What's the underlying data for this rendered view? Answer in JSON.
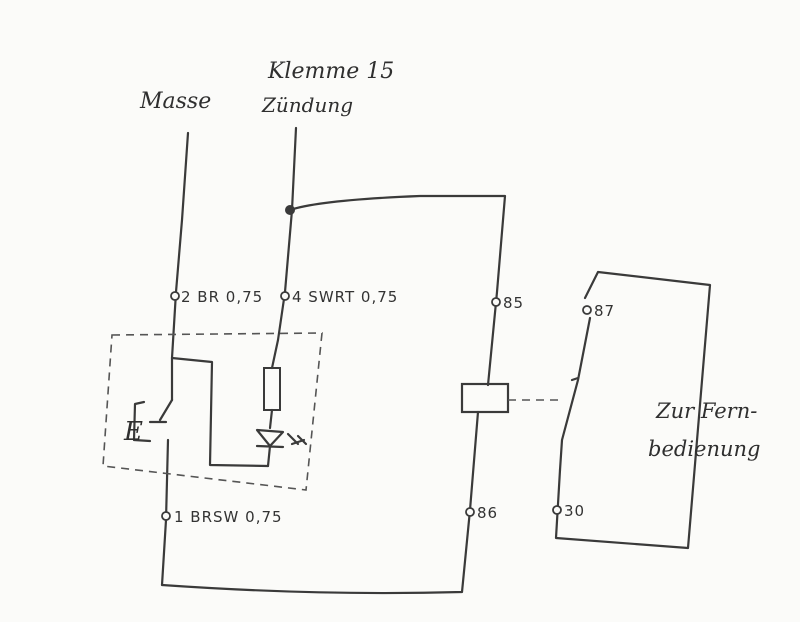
{
  "labels": {
    "masse": "Masse",
    "klemme": "Klemme 15",
    "zuendung": "Zündung",
    "pin2": "2 BR 0,75",
    "pin4": "4 SWRT 0,75",
    "pin1": "1 BRSW 0,75",
    "r85": "85",
    "r86": "86",
    "r87": "87",
    "r30": "30",
    "switch_e": "E",
    "remote_line1": "Zur Fern-",
    "remote_line2": "bedienung"
  },
  "colors": {
    "ink": "#3a3a3a",
    "paper": "#fbfbf9"
  }
}
